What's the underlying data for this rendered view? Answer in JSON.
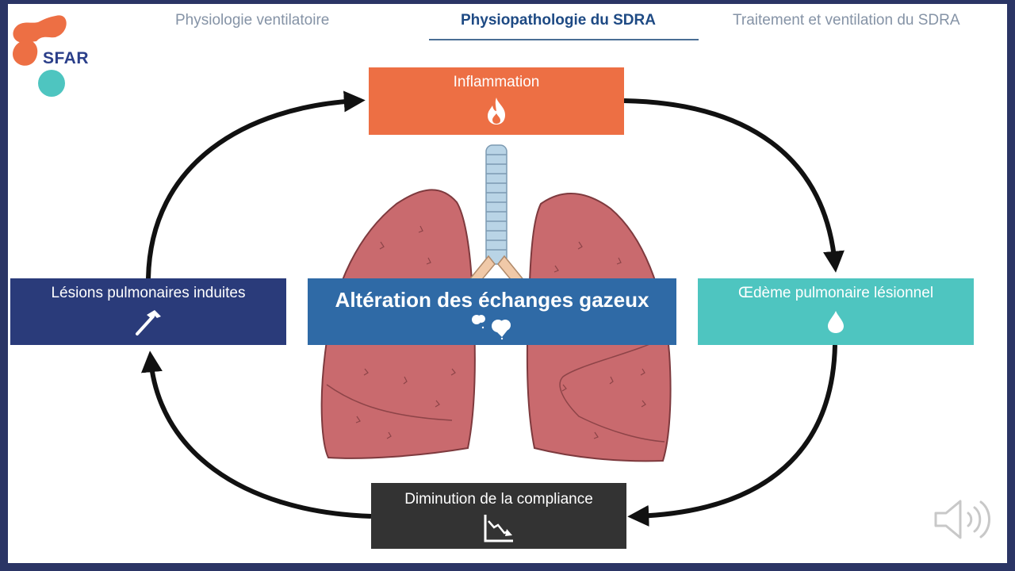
{
  "logo": {
    "text": "SFAR"
  },
  "nav": {
    "tabs": [
      {
        "label": "Physiologie ventilatoire",
        "active": false
      },
      {
        "label": "Physiopathologie du SDRA",
        "active": true
      },
      {
        "label": "Traitement et ventilation du SDRA",
        "active": false
      }
    ]
  },
  "diagram": {
    "top": {
      "label": "Inflammation",
      "icon": "flame-icon",
      "color": "#ed6f44"
    },
    "right": {
      "label": "Œdème pulmonaire lésionnel",
      "icon": "droplet-icon",
      "color": "#4ec5c0"
    },
    "bottom": {
      "label": "Diminution de la compliance",
      "icon": "declining-chart-icon",
      "color": "#333333"
    },
    "left": {
      "label": "Lésions pulmonaires induites",
      "icon": "hammer-icon",
      "color": "#2a3b7a"
    },
    "center": {
      "label": "Altération des échanges gazeux",
      "icon": "gas-bubbles-icon",
      "color": "#2f6aa6"
    },
    "cycle_direction": "clockwise"
  },
  "controls": {
    "audio_icon": "speaker-icon"
  }
}
